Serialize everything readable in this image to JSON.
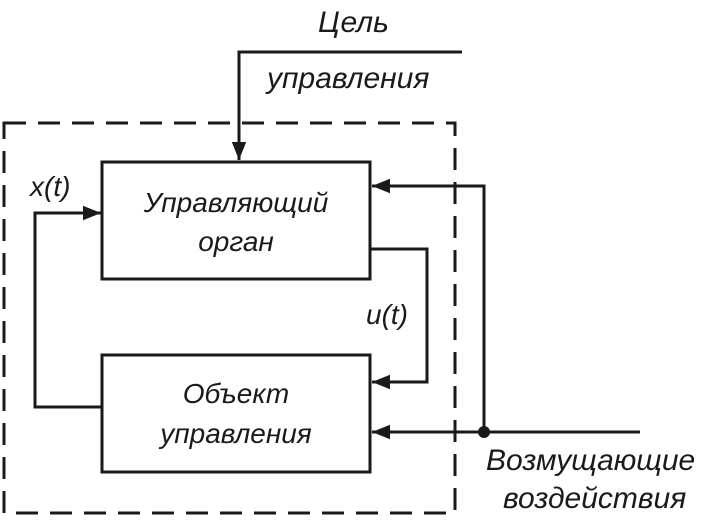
{
  "goal_label": {
    "line1": "Цель",
    "line2": "управления"
  },
  "controller_block": {
    "line1": "Управляющий",
    "line2": "орган"
  },
  "plant_block": {
    "line1": "Объект",
    "line2": "управления"
  },
  "signals": {
    "state": "x(t)",
    "control": "u(t)"
  },
  "disturbance_label": {
    "line1": "Возмущающие",
    "line2": "воздействия"
  },
  "colors": {
    "ink": "#1a1a1a",
    "background": "#ffffff"
  }
}
